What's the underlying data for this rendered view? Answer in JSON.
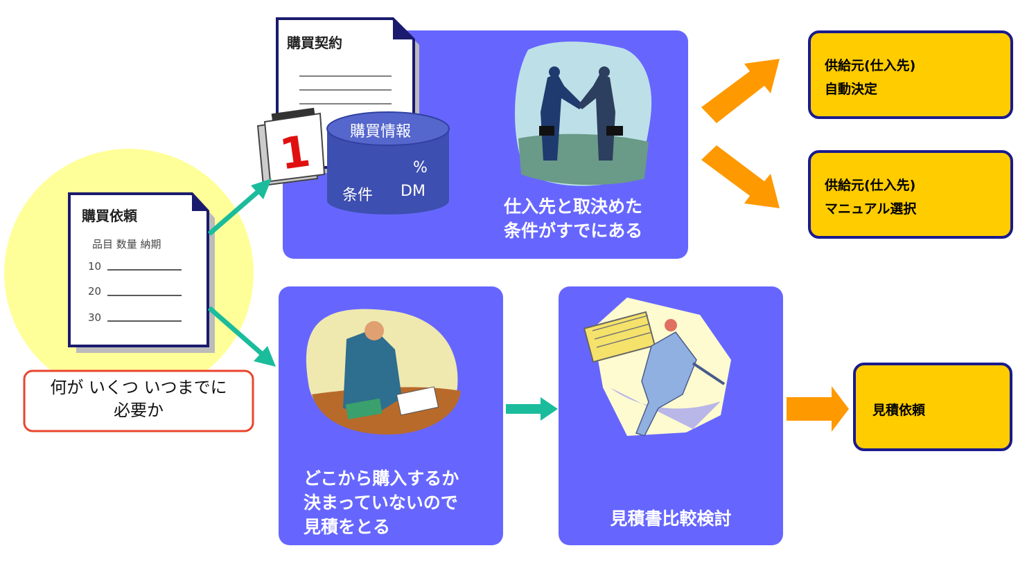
{
  "purchase_request": {
    "title": "購買依頼",
    "columns": "品目 数量 納期",
    "rows": [
      "10",
      "20",
      "30"
    ],
    "caption_line1": "何が いくつ いつまでに",
    "caption_line2": "必要か"
  },
  "contract": {
    "doc_title": "購買契約",
    "calendar_digit": "1",
    "db_label": "購買情報",
    "db_percent": "%",
    "db_condition": "条件",
    "db_dm": "DM",
    "text_line1": "仕入先と取決めた",
    "text_line2": "条件がすでにある"
  },
  "no_supplier": {
    "line1": "どこから購入するか",
    "line2": "決まっていないので",
    "line3": "見積をとる"
  },
  "compare": {
    "label": "見積書比較検討"
  },
  "results": {
    "auto_line1": "供給元(仕入先)",
    "auto_line2": "自動決定",
    "manual_line1": "供給元(仕入先)",
    "manual_line2": "マニュアル選択",
    "rfq": "見積依頼"
  },
  "colors": {
    "panel": "#6666ff",
    "result_box": "#ffcc00",
    "result_border": "#1a1a8c",
    "teal_arrow": "#1abc9c",
    "orange_arrow": "#ff9900",
    "highlight_circle": "#ffff99",
    "caption_border": "#e8452c"
  }
}
